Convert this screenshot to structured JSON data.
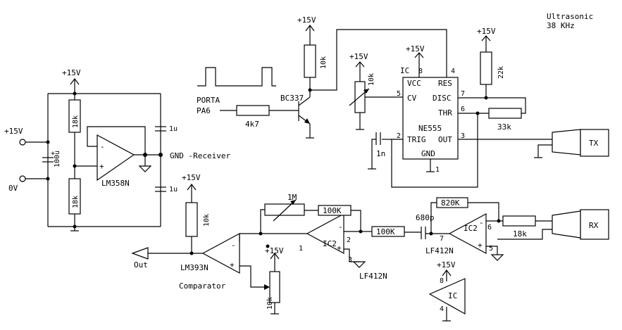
{
  "title_line1": "Ultrasonic",
  "title_line2": "38 KHz",
  "supply": "+15V",
  "zero_v": "0V",
  "gnd_receiver": "GND -Receiver",
  "porta": "PORTA",
  "pa6": "PA6",
  "r_base": "4k7",
  "r_pullup": "10k",
  "transistor": "BC337",
  "pot_cv": "10k",
  "r_disc": "22k",
  "r_thr": "33k",
  "c_trig": "1n",
  "ne555": {
    "name": "NE555",
    "pins": {
      "ic": "IC",
      "vcc": "VCC",
      "res": "RES",
      "cv": "CV",
      "disc": "DISC",
      "thr": "THR",
      "trig": "TRIG",
      "out": "OUT",
      "gnd": "GND"
    },
    "pin_numbers": {
      "p8": "8",
      "p4": "4",
      "p5": "5",
      "p7": "7",
      "p6": "6",
      "p2": "2",
      "p3": "3",
      "p1": "1"
    }
  },
  "tx": "TX",
  "rx": "RX",
  "divider": {
    "r_top": "18k",
    "r_bot": "18k",
    "cap": "100u",
    "cap_plus": "+",
    "opamp": "LM358N",
    "c1": "1u",
    "c2": "1u"
  },
  "receiver": {
    "r_in": "18k",
    "ic2_label": "IC2",
    "pin6": "6",
    "pin7": "7",
    "pin5": "5",
    "r_fb": "820K",
    "c_couple": "680p",
    "r_series": "100K",
    "opamp": "LF412N",
    "stage2": {
      "label": "IC2",
      "pin2": "2",
      "pin1": "1",
      "pin3": "3",
      "r_fb": "100K",
      "pot": "1M",
      "opamp": "LF412N"
    },
    "comparator": {
      "name": "LM393N",
      "caption": "Comparator",
      "r_pull": "10k",
      "pot": "10k",
      "out": "Out"
    }
  },
  "ic_symbol": {
    "label": "IC",
    "pin8": "8",
    "pin4": "4"
  },
  "opamp_minus": "-",
  "opamp_plus": "+"
}
